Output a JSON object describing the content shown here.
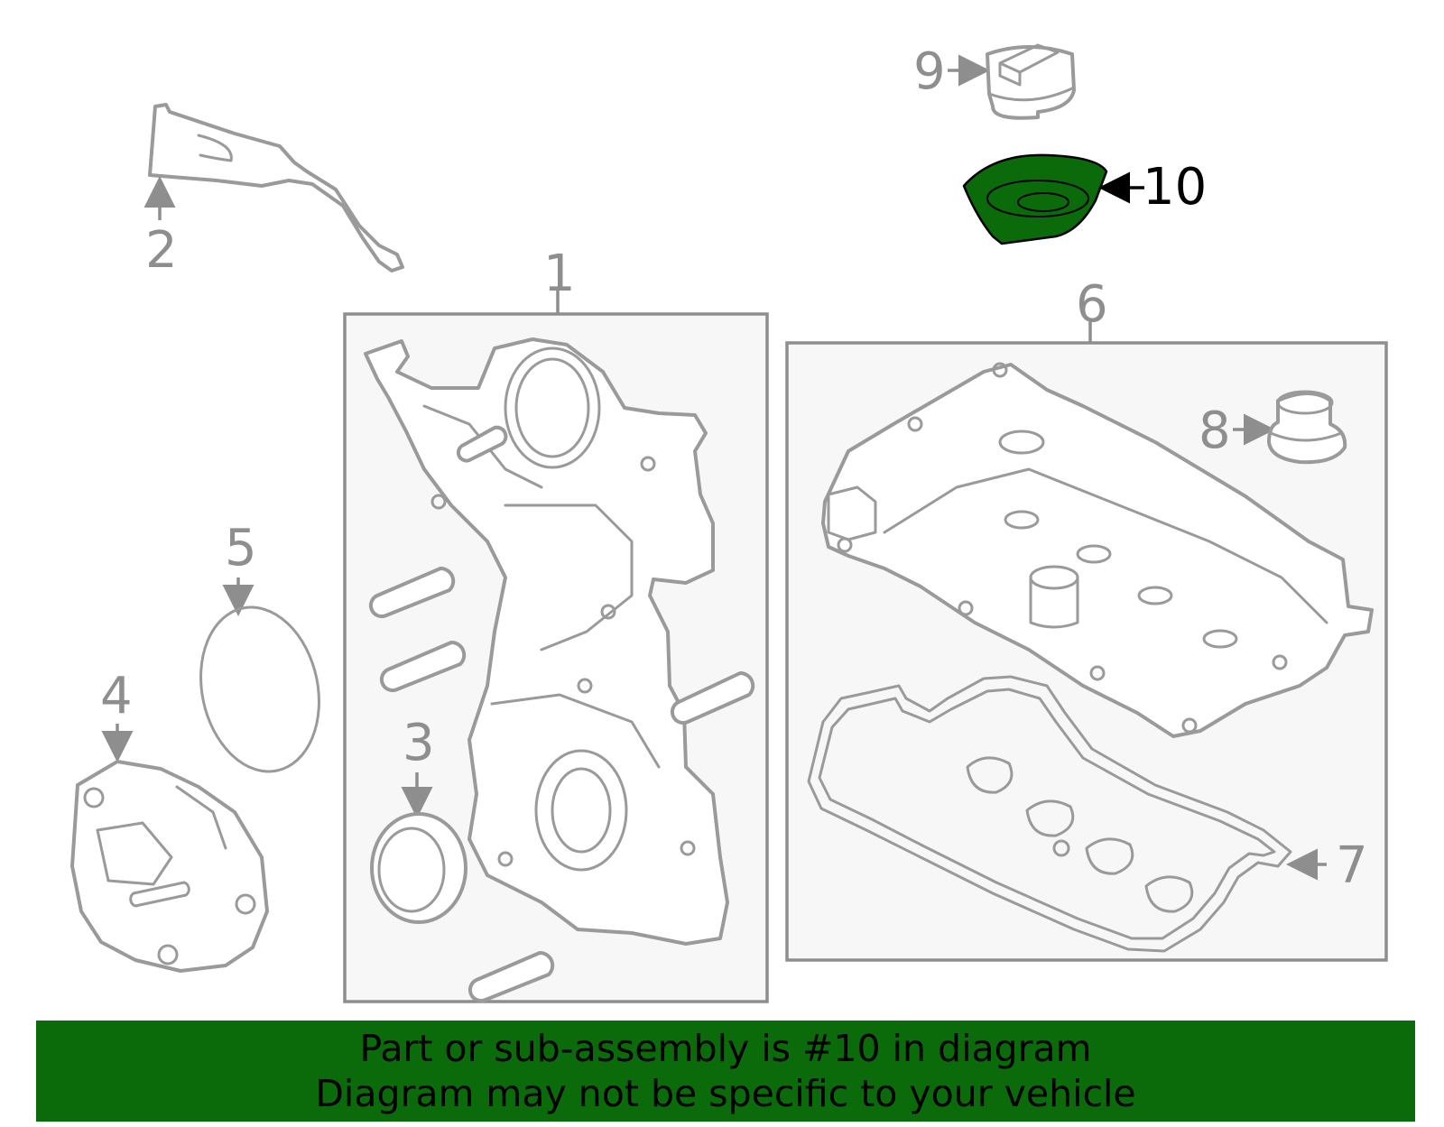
{
  "colors": {
    "highlight": "#0b6b0b",
    "part_stroke": "#9a9a9a",
    "callout_text": "#8e8e8e",
    "highlight_text": "#000000",
    "frame_fill": "#f7f7f7"
  },
  "callouts": {
    "c1": "1",
    "c2": "2",
    "c3": "3",
    "c4": "4",
    "c5": "5",
    "c6": "6",
    "c7": "7",
    "c8": "8",
    "c9": "9",
    "c10": "10"
  },
  "highlighted_part": "10",
  "footer": {
    "line1": "Part or sub-assembly is #10 in diagram",
    "line2": "Diagram may not be specific to your vehicle"
  }
}
